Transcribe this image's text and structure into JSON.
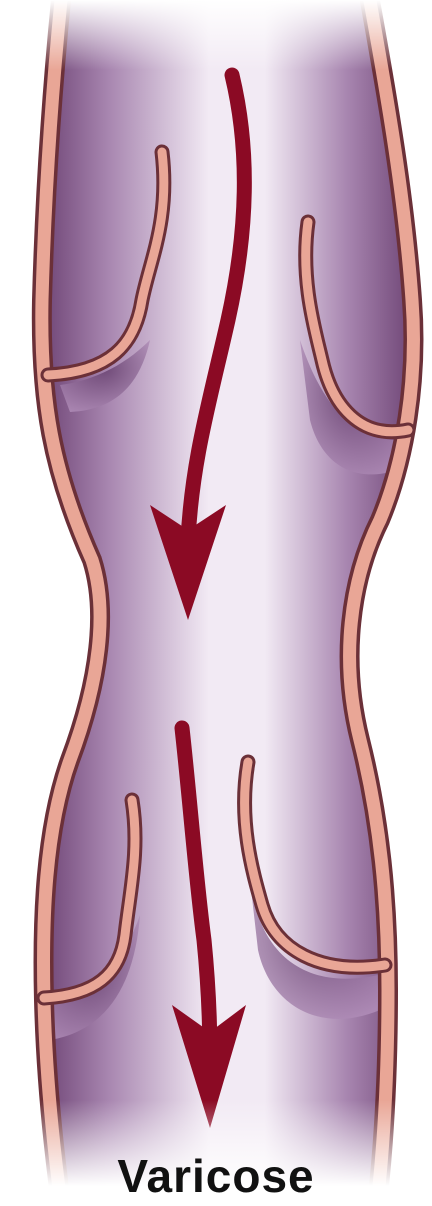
{
  "caption": "Varicose",
  "colors": {
    "background": "#ffffff",
    "lumen": "#efe6f1",
    "lumen_shadow": "#8a5a8e",
    "wall_fill": "#e9a696",
    "wall_outline": "#6b3038",
    "valve_pocket": "#b89bc0",
    "arrow": "#8b0a24",
    "caption": "#111111"
  },
  "icons": [
    "vein-wall",
    "valve-leaflet",
    "blood-flow-arrow"
  ]
}
